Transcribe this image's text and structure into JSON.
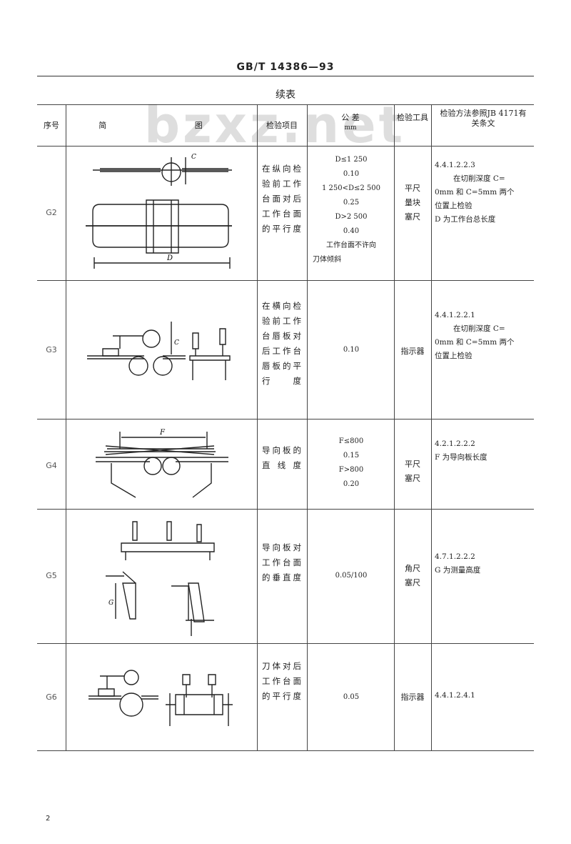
{
  "header": {
    "standard_code": "GB/T 14386—93"
  },
  "watermark": "bzxz.net",
  "continued_label": "续表",
  "columns": {
    "no": "序号",
    "figure": "简  图",
    "item": "检验项目",
    "tolerance_line1": "公  差",
    "tolerance_unit": "mm",
    "tool": "检验工具",
    "reference": "检验方法参照JB 4171有关条文"
  },
  "rows": [
    {
      "no": "G2",
      "item": "在纵向检验前工作台面对后工作台面的平行度",
      "tolerance": [
        "D≤1 250",
        "0.10",
        "1 250<D≤2 500",
        "0.25",
        "D>2 500",
        "0.40",
        "工作台面不许向",
        "刀体倾斜"
      ],
      "tool": [
        "平尺",
        "量块",
        "塞尺"
      ],
      "ref": [
        "4.4.1.2.2.3",
        "在切削深度 C=",
        "0mm 和 C=5mm 两个",
        "位置上检验",
        "D 为工作台总长度"
      ],
      "fig_label_D": "D",
      "fig_label_C": "C"
    },
    {
      "no": "G3",
      "item": "在横向检验前工作台唇板对后工作台唇板的平行度",
      "tolerance": [
        "0.10"
      ],
      "tool": [
        "指示器"
      ],
      "ref": [
        "4.4.1.2.2.1",
        "在切削深度 C=",
        "0mm 和 C=5mm 两个",
        "位置上检验"
      ],
      "fig_label_C": "C"
    },
    {
      "no": "G4",
      "item": "导向板的直线度",
      "tolerance": [
        "F≤800",
        "0.15",
        "F>800",
        "0.20"
      ],
      "tool": [
        "平尺",
        "塞尺"
      ],
      "ref": [
        "4.2.1.2.2.2",
        "F 为导向板长度"
      ],
      "fig_label_F": "F"
    },
    {
      "no": "G5",
      "item": "导向板对工作台面的垂直度",
      "tolerance": [
        "0.05/100"
      ],
      "tool": [
        "角尺",
        "塞尺"
      ],
      "ref": [
        "4.7.1.2.2.2",
        "G 为测量高度"
      ],
      "fig_label_G": "G"
    },
    {
      "no": "G6",
      "item": "刀体对后工作台面的平行度",
      "tolerance": [
        "0.05"
      ],
      "tool": [
        "指示器"
      ],
      "ref": [
        "4.4.1.2.4.1"
      ]
    }
  ],
  "footer": {
    "page_number": "2"
  }
}
